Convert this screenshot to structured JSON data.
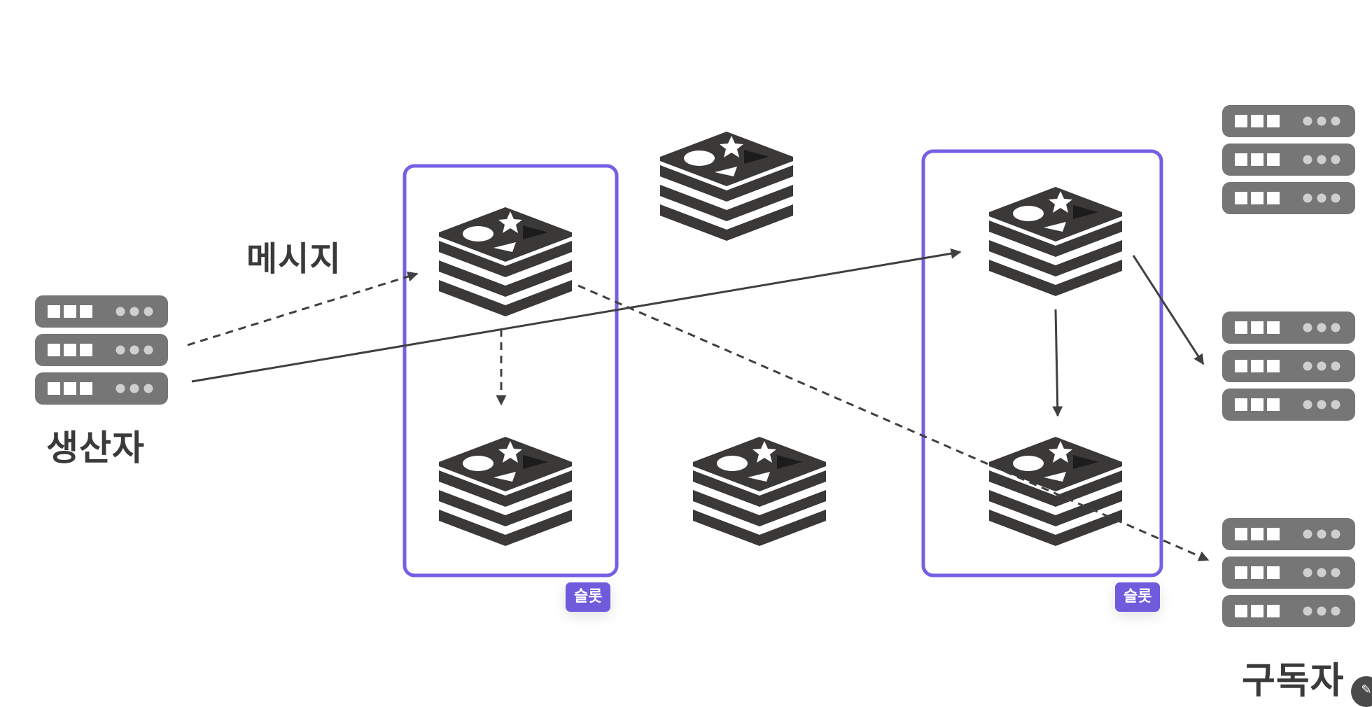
{
  "labels": {
    "producer": "생산자",
    "message": "메시지",
    "subscriber": "구독자",
    "slot_1": "슬롯",
    "slot_2": "슬롯"
  },
  "colors": {
    "slot_border": "#7360e4",
    "slot_badge": "#6f5bdc",
    "server": "#767676",
    "redis_node": "#3b3838",
    "arrow": "#404040"
  },
  "icons": {
    "server": "server-rack-icon",
    "node": "redis-node-icon",
    "corner": "comment-icon"
  }
}
